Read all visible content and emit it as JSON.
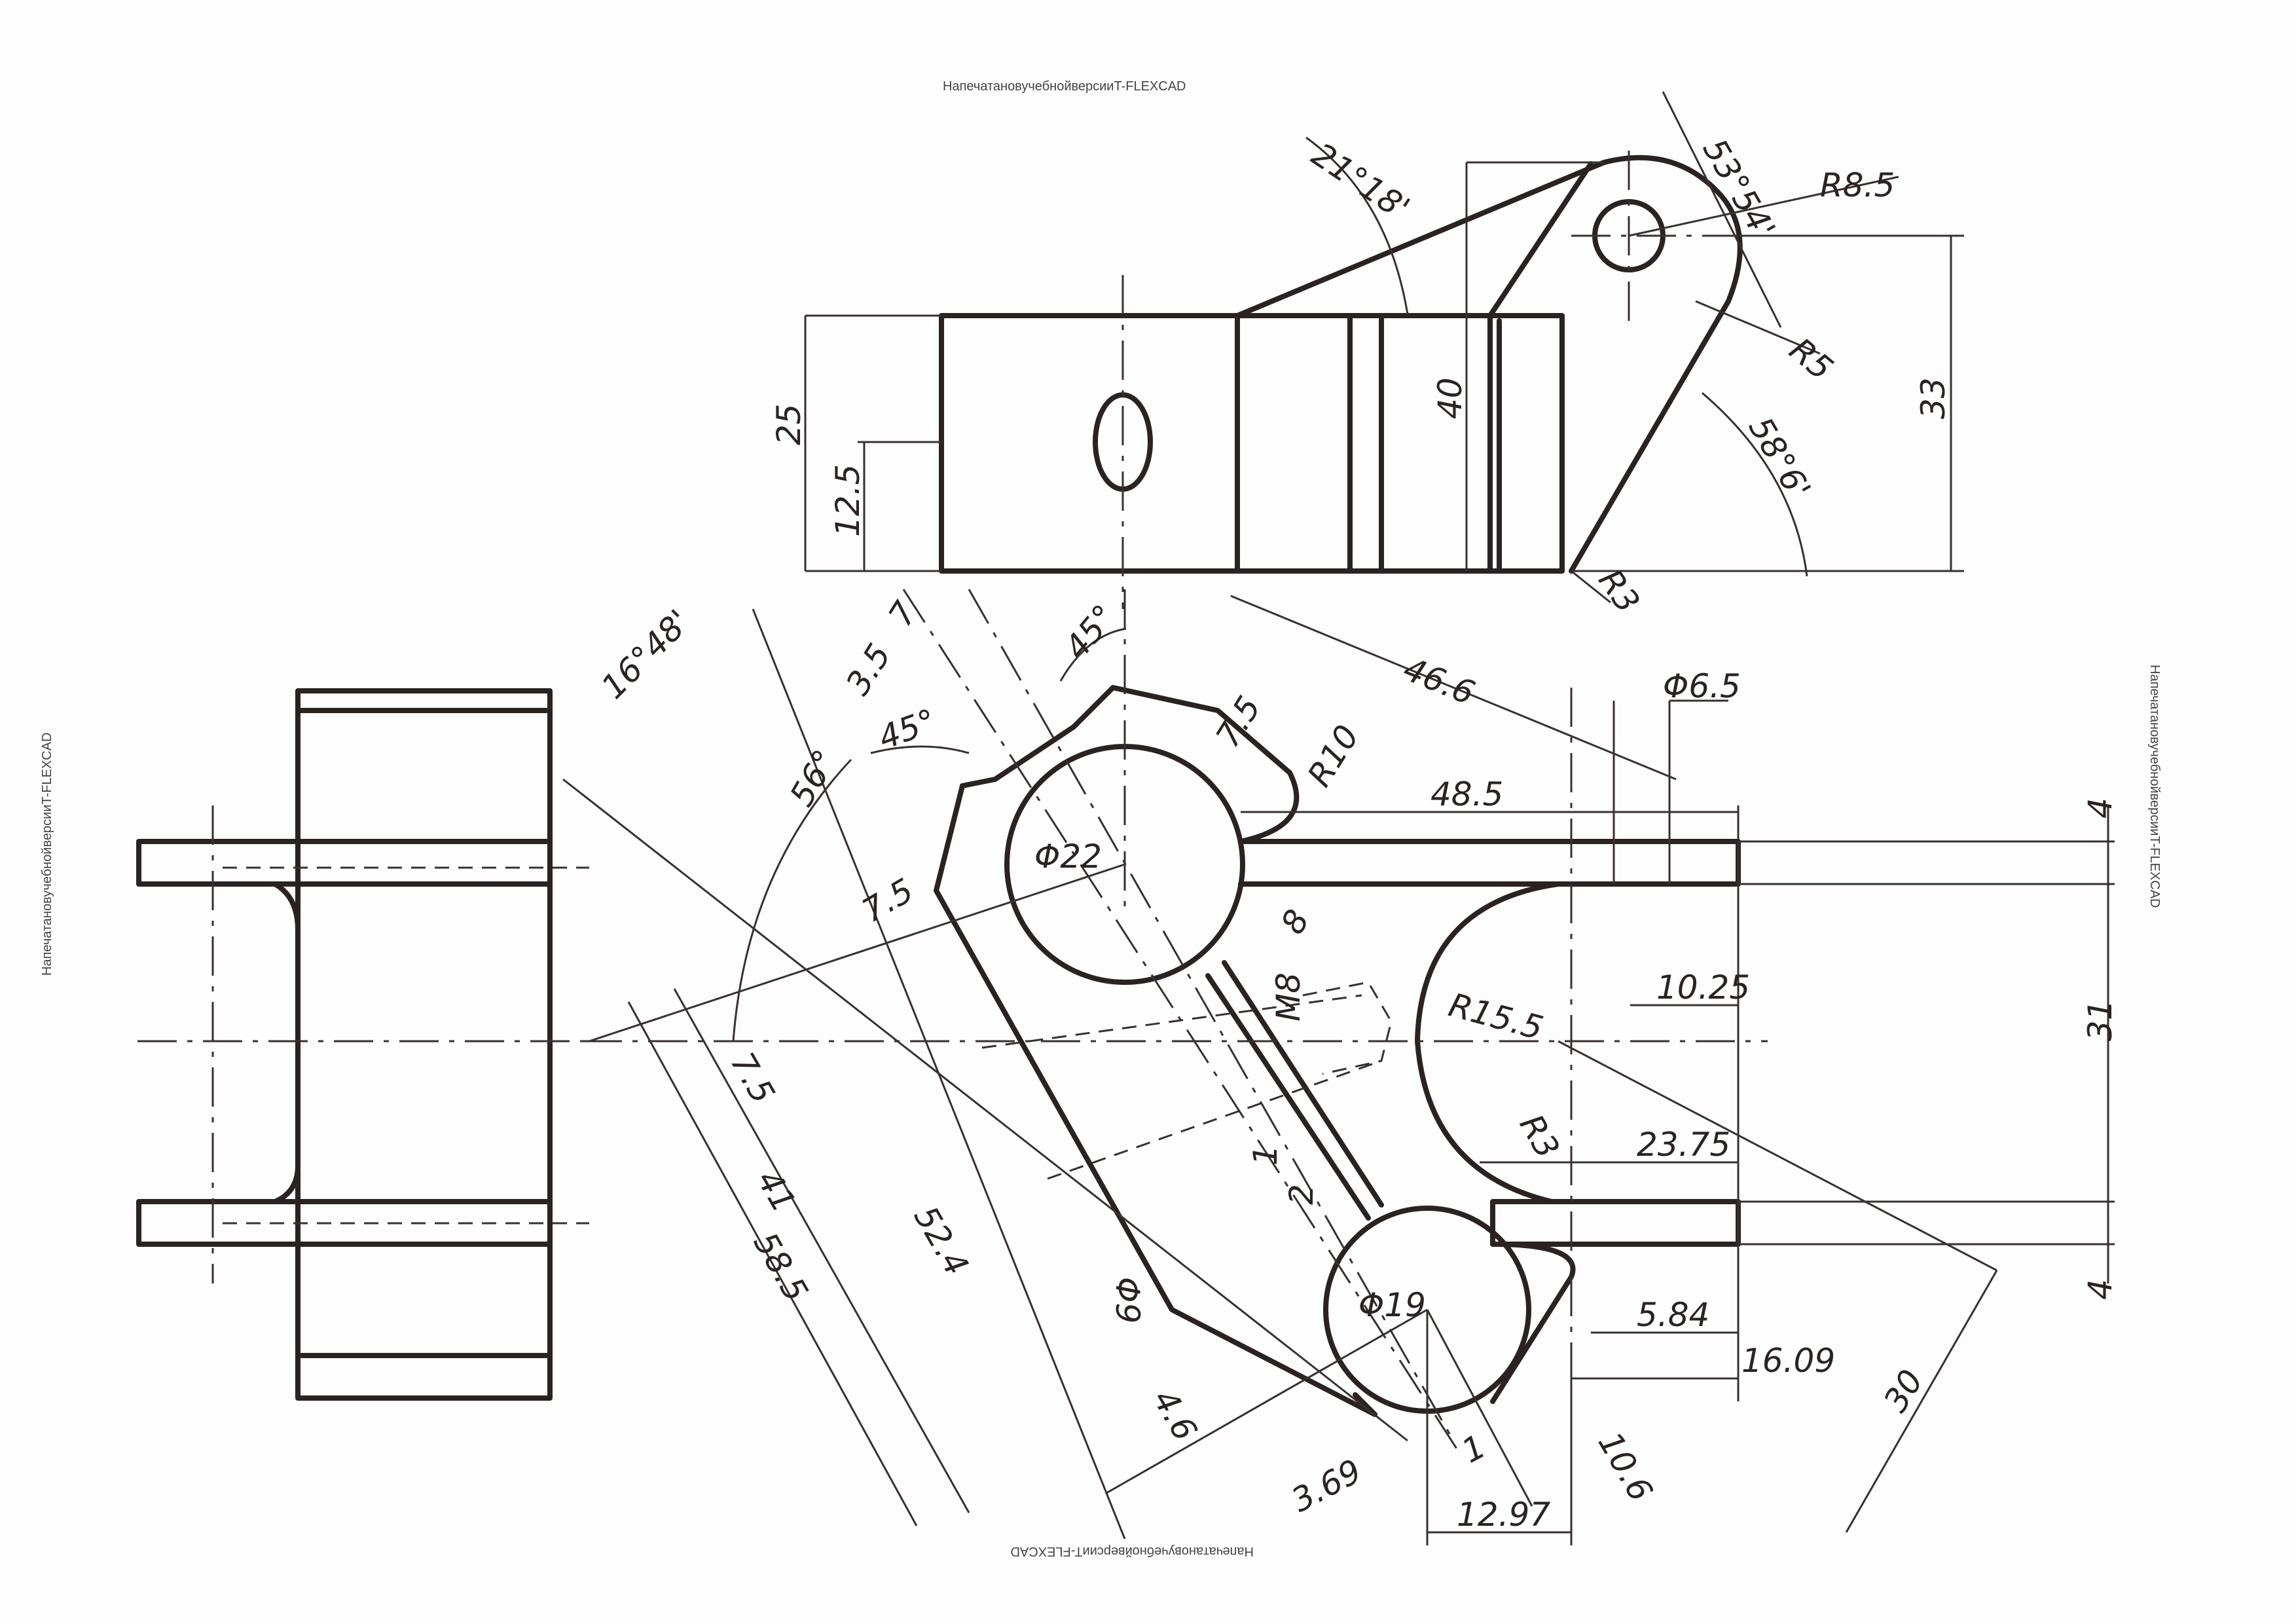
{
  "watermark": "НапечатановучебнойверсииT-FLEXCAD",
  "dimensions": {
    "top_view": {
      "angle_top": "21°18'",
      "angle_right": "53°54'",
      "radius_hole": "R8.5",
      "radius_small": "R5",
      "angle_lower": "58°6'",
      "radius_corner": "R3",
      "height_total": "25",
      "height_half": "12.5",
      "height_40": "40",
      "height_33": "33"
    },
    "main_view": {
      "angle_16": "16°48'",
      "d7": "7",
      "d3_5": "3.5",
      "angle_45_top": "45°",
      "angle_45_left": "45°",
      "angle_56": "56°",
      "d7_5_top": "7.5",
      "r10": "R10",
      "d46_6": "46.6",
      "phi6_5": "Φ6.5",
      "d48_5": "48.5",
      "phi22": "Φ22",
      "d7_5_mid": "7.5",
      "d8": "8",
      "m8": "M8",
      "r15_5": "R15.5",
      "d10_25": "10.25",
      "d7_5_low": "7.5",
      "d41": "41",
      "d58_5": "58.5",
      "d52_4": "52.4",
      "r3": "R3",
      "d23_75": "23.75",
      "d1": "1",
      "d2": "2",
      "phi9": "Φ9",
      "phi19": "Φ19",
      "d5_84": "5.84",
      "d16_09": "16.09",
      "d4_6": "4.6",
      "d3_69": "3.69",
      "d1_low": "1",
      "d10_6": "10.6",
      "d12_97": "12.97",
      "d30": "30",
      "d4_top": "4",
      "d31": "31",
      "d4_bottom": "4"
    }
  }
}
